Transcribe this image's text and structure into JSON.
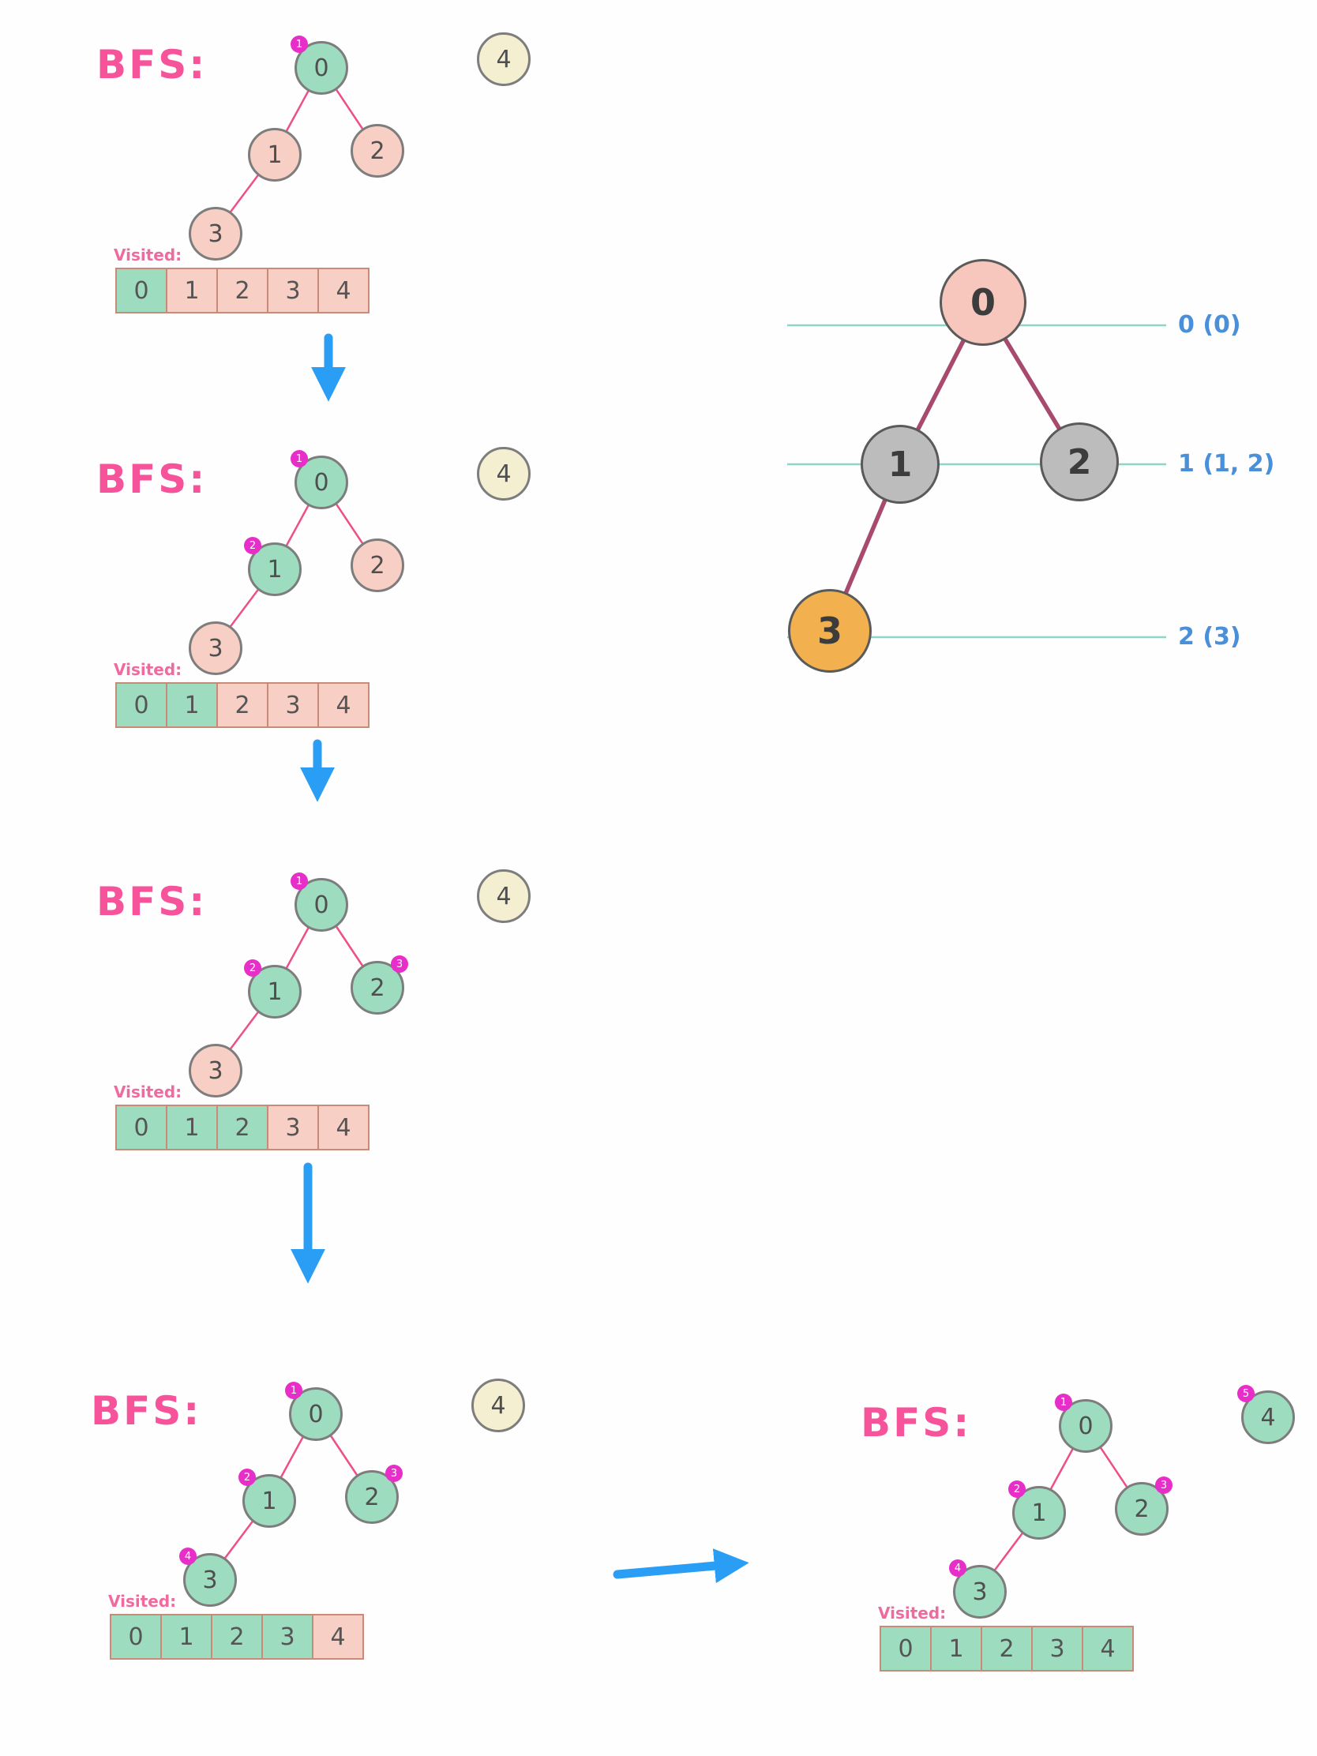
{
  "colors": {
    "node_green": "#9edcc0",
    "node_pink": "#f8cfc5",
    "node_cream": "#f5efd2",
    "node_gray": "#bcbcbc",
    "node_salmon": "#f7c6bd",
    "node_orange": "#f2b04e",
    "badge_magenta": "#e82ec8",
    "tree_edge_pink": "#ee4f87",
    "levels_edge_maroon": "#a84a6e",
    "bfs_label_pink": "#f7539a",
    "arrow_blue": "#2a9df4",
    "level_line_teal": "#8fd4c8",
    "level_label_blue": "#4a90d9"
  },
  "steps": [
    {
      "label": "BFS:",
      "queue": {
        "value": "4",
        "state": "cream",
        "badge": null
      },
      "nodes": [
        {
          "value": "0",
          "state": "green",
          "badge": "1"
        },
        {
          "value": "1",
          "state": "pink",
          "badge": null
        },
        {
          "value": "2",
          "state": "pink",
          "badge": null
        },
        {
          "value": "3",
          "state": "pink",
          "badge": null
        }
      ],
      "visited_label": "Visited:",
      "visited": [
        {
          "value": "0",
          "state": "green"
        },
        {
          "value": "1",
          "state": "pink"
        },
        {
          "value": "2",
          "state": "pink"
        },
        {
          "value": "3",
          "state": "pink"
        },
        {
          "value": "4",
          "state": "pink"
        }
      ]
    },
    {
      "label": "BFS:",
      "queue": {
        "value": "4",
        "state": "cream",
        "badge": null
      },
      "nodes": [
        {
          "value": "0",
          "state": "green",
          "badge": "1"
        },
        {
          "value": "1",
          "state": "green",
          "badge": "2"
        },
        {
          "value": "2",
          "state": "pink",
          "badge": null
        },
        {
          "value": "3",
          "state": "pink",
          "badge": null
        }
      ],
      "visited_label": "Visited:",
      "visited": [
        {
          "value": "0",
          "state": "green"
        },
        {
          "value": "1",
          "state": "green"
        },
        {
          "value": "2",
          "state": "pink"
        },
        {
          "value": "3",
          "state": "pink"
        },
        {
          "value": "4",
          "state": "pink"
        }
      ]
    },
    {
      "label": "BFS:",
      "queue": {
        "value": "4",
        "state": "cream",
        "badge": null
      },
      "nodes": [
        {
          "value": "0",
          "state": "green",
          "badge": "1"
        },
        {
          "value": "1",
          "state": "green",
          "badge": "2"
        },
        {
          "value": "2",
          "state": "green",
          "badge": "3"
        },
        {
          "value": "3",
          "state": "pink",
          "badge": null
        }
      ],
      "visited_label": "Visited:",
      "visited": [
        {
          "value": "0",
          "state": "green"
        },
        {
          "value": "1",
          "state": "green"
        },
        {
          "value": "2",
          "state": "green"
        },
        {
          "value": "3",
          "state": "pink"
        },
        {
          "value": "4",
          "state": "pink"
        }
      ]
    },
    {
      "label": "BFS:",
      "queue": {
        "value": "4",
        "state": "cream",
        "badge": null
      },
      "nodes": [
        {
          "value": "0",
          "state": "green",
          "badge": "1"
        },
        {
          "value": "1",
          "state": "green",
          "badge": "2"
        },
        {
          "value": "2",
          "state": "green",
          "badge": "3"
        },
        {
          "value": "3",
          "state": "green",
          "badge": "4"
        }
      ],
      "visited_label": "Visited:",
      "visited": [
        {
          "value": "0",
          "state": "green"
        },
        {
          "value": "1",
          "state": "green"
        },
        {
          "value": "2",
          "state": "green"
        },
        {
          "value": "3",
          "state": "green"
        },
        {
          "value": "4",
          "state": "pink"
        }
      ]
    },
    {
      "label": "BFS:",
      "queue": {
        "value": "4",
        "state": "green",
        "badge": "5"
      },
      "nodes": [
        {
          "value": "0",
          "state": "green",
          "badge": "1"
        },
        {
          "value": "1",
          "state": "green",
          "badge": "2"
        },
        {
          "value": "2",
          "state": "green",
          "badge": "3"
        },
        {
          "value": "3",
          "state": "green",
          "badge": "4"
        }
      ],
      "visited_label": "Visited:",
      "visited": [
        {
          "value": "0",
          "state": "green"
        },
        {
          "value": "1",
          "state": "green"
        },
        {
          "value": "2",
          "state": "green"
        },
        {
          "value": "3",
          "state": "green"
        },
        {
          "value": "4",
          "state": "green"
        }
      ]
    }
  ],
  "levels_diagram": {
    "nodes": [
      {
        "value": "0",
        "state": "salmon"
      },
      {
        "value": "1",
        "state": "gray"
      },
      {
        "value": "2",
        "state": "gray"
      },
      {
        "value": "3",
        "state": "orange"
      }
    ],
    "levels": [
      {
        "label": "0  (0)"
      },
      {
        "label": "1  (1, 2)"
      },
      {
        "label": "2  (3)"
      }
    ]
  }
}
